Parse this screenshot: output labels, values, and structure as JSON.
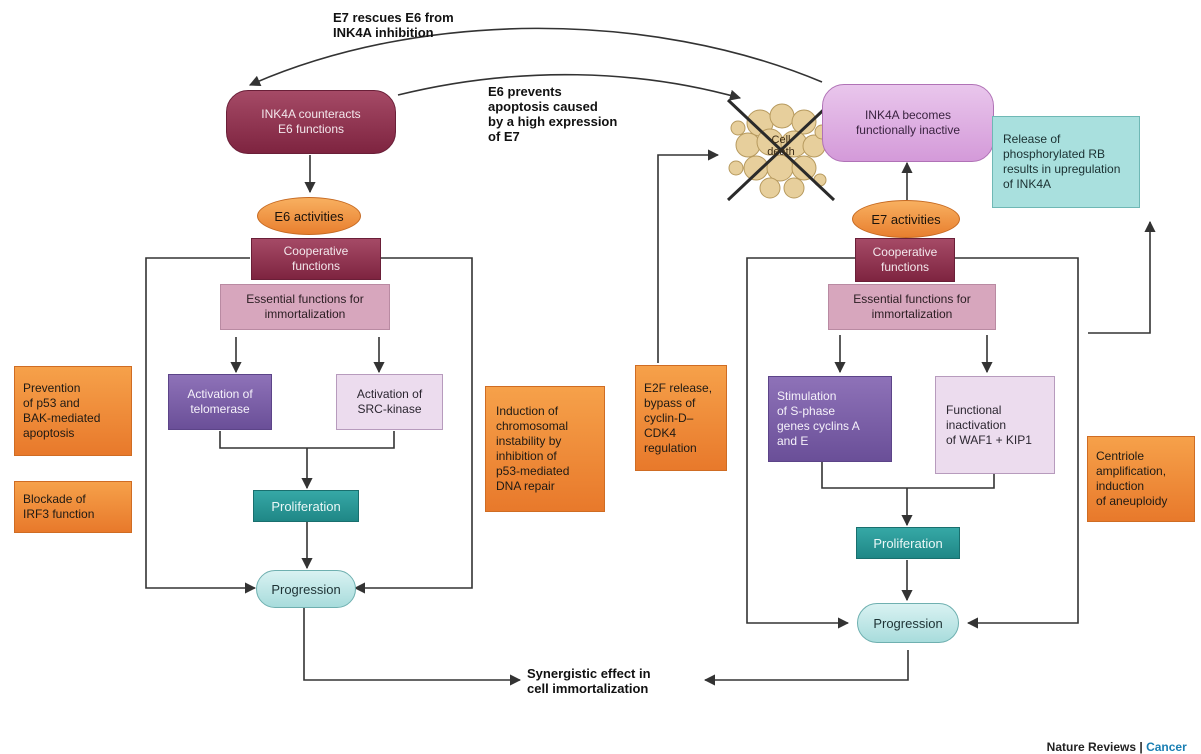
{
  "labels": {
    "e7_rescues": "E7 rescues E6 from\nINK4A inhibition",
    "e6_prevents": "E6 prevents\napoptosis caused\nby a high expression\nof E7",
    "synergistic": "Synergistic effect in\ncell immortalization"
  },
  "left": {
    "ink4a_box": "INK4A counteracts\nE6 functions",
    "e6_activities": "E6 activities",
    "cooperative": "Cooperative\nfunctions",
    "essential": "Essential functions for\nimmortalization",
    "telomerase": "Activation of\ntelomerase",
    "src_kinase": "Activation of\nSRC-kinase",
    "proliferation": "Proliferation",
    "progression": "Progression",
    "side_prevention": "Prevention\nof p53 and\nBAK-mediated\napoptosis",
    "side_blockade": "Blockade of\nIRF3 function",
    "side_induction": "Induction of\nchromosomal\ninstability by\ninhibition of\np53-mediated\nDNA repair"
  },
  "center": {
    "cell_death": "Cell\ndeath",
    "e2f": "E2F release,\nbypass of\ncyclin-D–\nCDK4\nregulation"
  },
  "right": {
    "ink4a_inactive": "INK4A becomes\nfunctionally inactive",
    "release_rb": "Release of\nphosphorylated RB\nresults in upregulation\nof INK4A",
    "e7_activities": "E7 activities",
    "cooperative": "Cooperative\nfunctions",
    "essential": "Essential functions for\nimmortalization",
    "stimulation": "Stimulation\nof S-phase\ngenes cyclins A\nand E",
    "functional": "Functional\ninactivation\nof WAF1 + KIP1",
    "proliferation": "Proliferation",
    "progression": "Progression",
    "side_centriole": "Centriole\namplification,\ninduction\nof aneuploidy"
  },
  "footer": {
    "journal": "Nature Reviews | ",
    "section": "Cancer"
  },
  "colors": {
    "maroon": "#8e3450",
    "orange": "#ee8a35",
    "teal": "#27a09e",
    "purple": "#7a5fa8",
    "footer_accent": "#1a7fb3"
  }
}
